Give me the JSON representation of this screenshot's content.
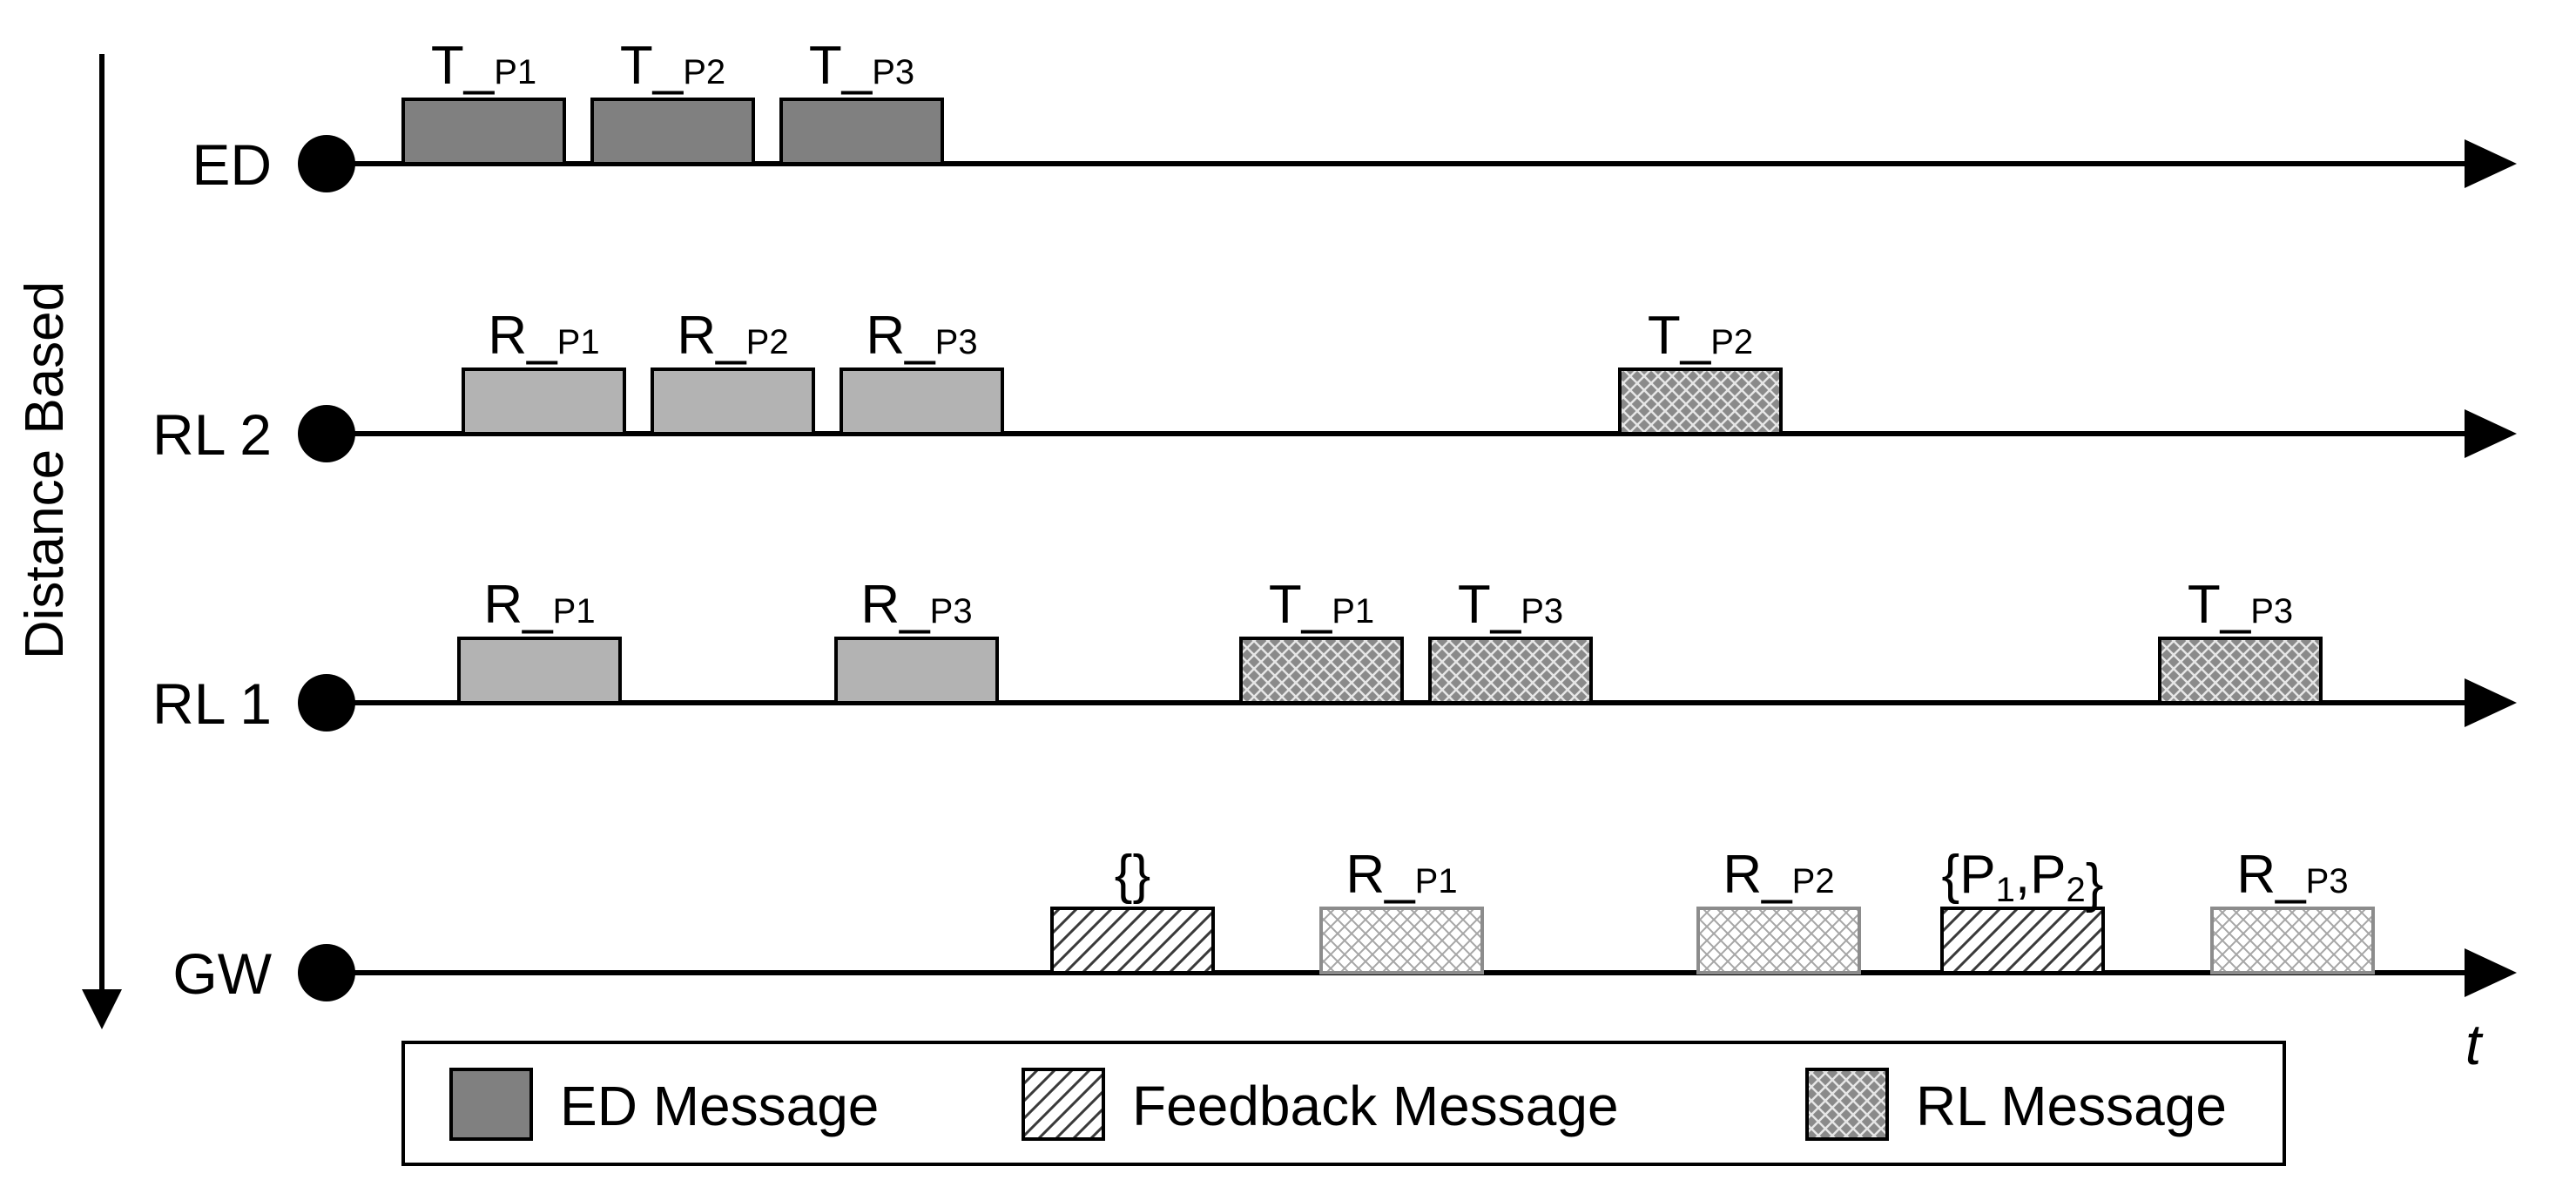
{
  "axis_label": "Distance Based",
  "time_label": "t",
  "colors": {
    "ed_fill": "#808080",
    "relay_rx_fill": "#b3b3b3",
    "rl_bg": "#8a8a8a",
    "rl_line": "#e6e6e6",
    "feedback_bg": "#ffffff",
    "feedback_line": "#3a3a3a",
    "gw_rx_bg": "#ffffff",
    "gw_rx_line": "#a6a6a6",
    "gw_rx_stroke": "#8c8c8c"
  },
  "timelines": [
    {
      "label": "ED",
      "messages": [
        {
          "type": "ed",
          "label": "T",
          "sub": "P1"
        },
        {
          "type": "ed",
          "label": "T",
          "sub": "P2"
        },
        {
          "type": "ed",
          "label": "T",
          "sub": "P3"
        }
      ]
    },
    {
      "label": "RL 2",
      "messages": [
        {
          "type": "rx",
          "label": "R",
          "sub": "P1"
        },
        {
          "type": "rx",
          "label": "R",
          "sub": "P2"
        },
        {
          "type": "rx",
          "label": "R",
          "sub": "P3"
        },
        {
          "type": "rl",
          "label": "T",
          "sub": "P2"
        }
      ]
    },
    {
      "label": "RL 1",
      "messages": [
        {
          "type": "rx",
          "label": "R",
          "sub": "P1"
        },
        {
          "type": "rx",
          "label": "R",
          "sub": "P3"
        },
        {
          "type": "rl",
          "label": "T",
          "sub": "P1"
        },
        {
          "type": "rl",
          "label": "T",
          "sub": "P3"
        },
        {
          "type": "rl",
          "label": "T",
          "sub": "P3"
        }
      ]
    },
    {
      "label": "GW",
      "messages": [
        {
          "type": "feedback",
          "text": "{}"
        },
        {
          "type": "gwrx",
          "label": "R",
          "sub": "P1"
        },
        {
          "type": "gwrx",
          "label": "R",
          "sub": "P2"
        },
        {
          "type": "feedback",
          "set": [
            "P",
            "1",
            ",",
            "P",
            "2"
          ]
        },
        {
          "type": "gwrx",
          "label": "R",
          "sub": "P3"
        }
      ]
    }
  ],
  "legend": [
    {
      "type": "ed",
      "label": "ED Message"
    },
    {
      "type": "feedback",
      "label": "Feedback Message"
    },
    {
      "type": "rl",
      "label": "RL Message"
    }
  ]
}
